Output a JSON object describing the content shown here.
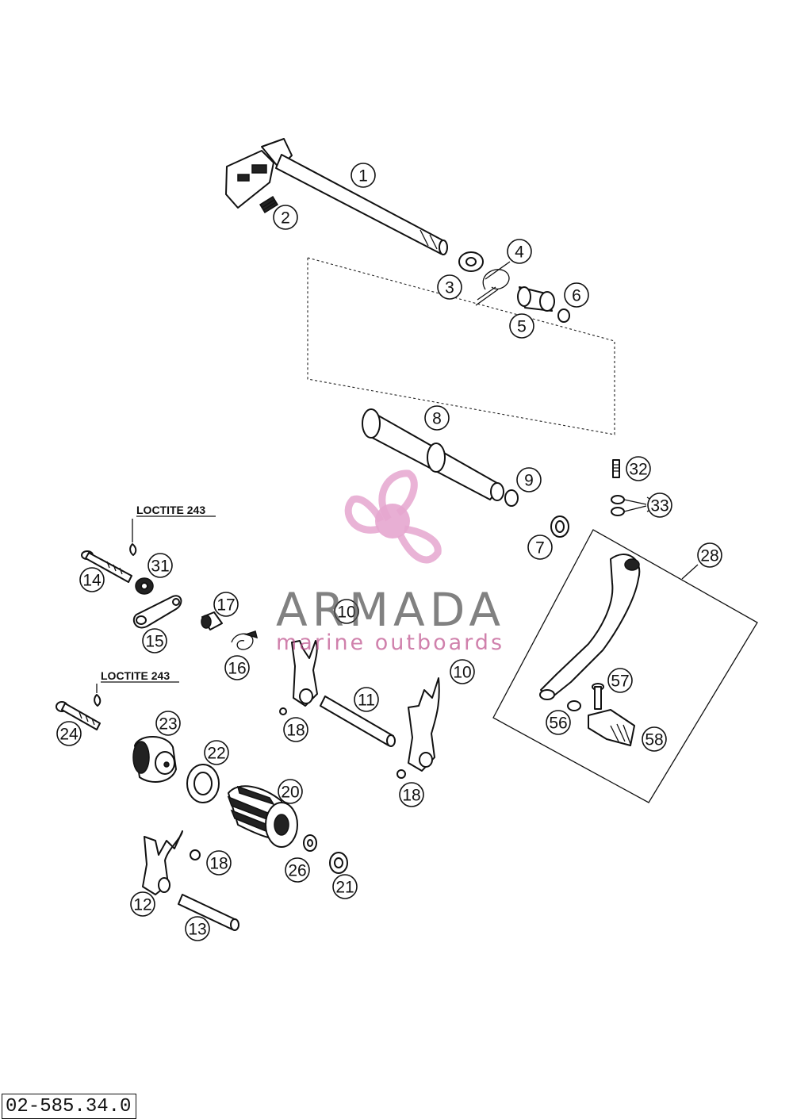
{
  "diagram": {
    "drawing_number": "02-585.34.0",
    "notes": {
      "loctite_top": "LOCTITE 243",
      "loctite_bottom": "LOCTITE 243"
    },
    "callouts": [
      {
        "id": "c1",
        "label": "1"
      },
      {
        "id": "c2",
        "label": "2"
      },
      {
        "id": "c3",
        "label": "3"
      },
      {
        "id": "c4",
        "label": "4"
      },
      {
        "id": "c5",
        "label": "5"
      },
      {
        "id": "c6",
        "label": "6"
      },
      {
        "id": "c7",
        "label": "7"
      },
      {
        "id": "c8",
        "label": "8"
      },
      {
        "id": "c9",
        "label": "9"
      },
      {
        "id": "c10a",
        "label": "10"
      },
      {
        "id": "c10b",
        "label": "10"
      },
      {
        "id": "c11",
        "label": "11"
      },
      {
        "id": "c12",
        "label": "12"
      },
      {
        "id": "c13",
        "label": "13"
      },
      {
        "id": "c14",
        "label": "14"
      },
      {
        "id": "c15",
        "label": "15"
      },
      {
        "id": "c16",
        "label": "16"
      },
      {
        "id": "c17",
        "label": "17"
      },
      {
        "id": "c18a",
        "label": "18"
      },
      {
        "id": "c18b",
        "label": "18"
      },
      {
        "id": "c18c",
        "label": "18"
      },
      {
        "id": "c20",
        "label": "20"
      },
      {
        "id": "c21",
        "label": "21"
      },
      {
        "id": "c22",
        "label": "22"
      },
      {
        "id": "c23",
        "label": "23"
      },
      {
        "id": "c24",
        "label": "24"
      },
      {
        "id": "c26",
        "label": "26"
      },
      {
        "id": "c28",
        "label": "28"
      },
      {
        "id": "c31",
        "label": "31"
      },
      {
        "id": "c32",
        "label": "32"
      },
      {
        "id": "c33",
        "label": "33"
      },
      {
        "id": "c56",
        "label": "56"
      },
      {
        "id": "c57",
        "label": "57"
      },
      {
        "id": "c58",
        "label": "58"
      }
    ]
  },
  "watermark": {
    "brand": "ARMADA",
    "tagline": "marine outboards",
    "color_pink": "#e6a6cf",
    "color_grey": "#555555"
  }
}
